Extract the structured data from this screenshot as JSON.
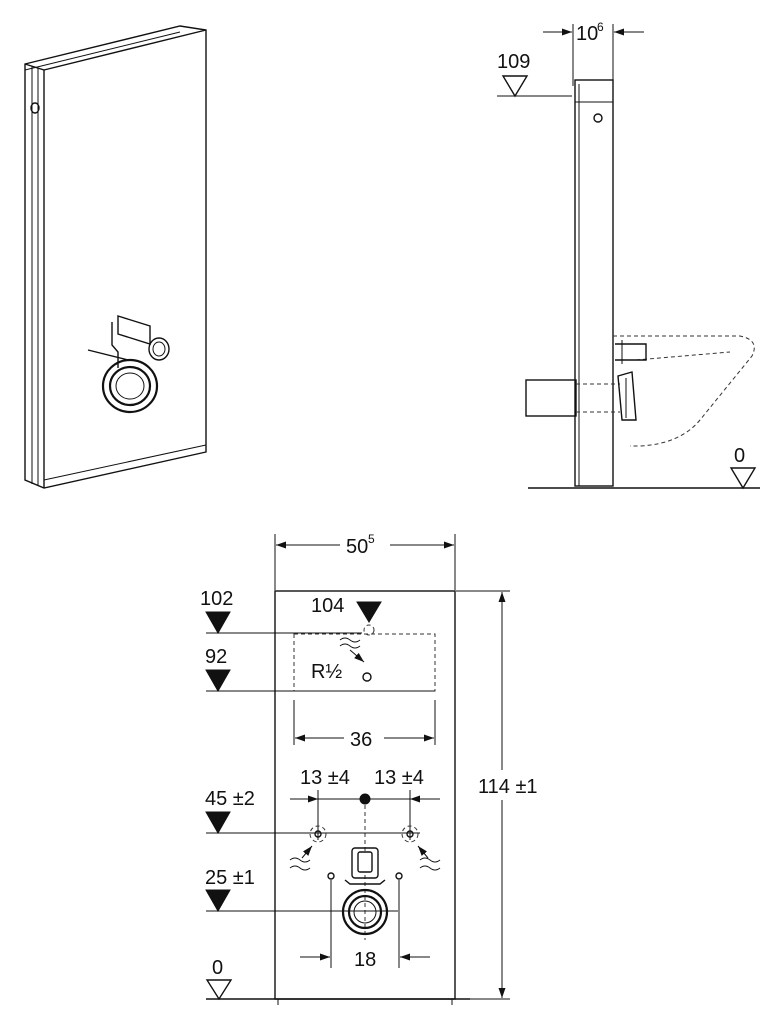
{
  "side_view": {
    "dim_depth": "10",
    "dim_depth_sup": "6",
    "level_top": "109",
    "level_floor": "0"
  },
  "front_view": {
    "dim_width": "50",
    "dim_width_sup": "5",
    "level_102": "102",
    "level_104": "104",
    "level_92": "92",
    "water_connection": "R½",
    "dim_36": "36",
    "dim_13_left": "13 ±4",
    "dim_13_right": "13 ±4",
    "level_45": "45 ±2",
    "level_25": "25 ±1",
    "dim_height": "114 ±1",
    "dim_18": "18",
    "level_floor": "0"
  }
}
